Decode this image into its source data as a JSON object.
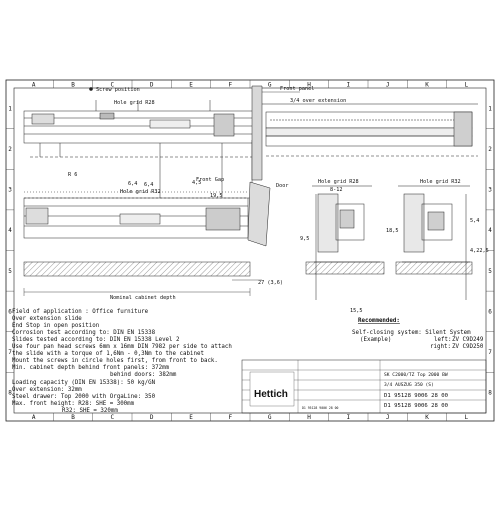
{
  "grid": {
    "columns": [
      "A",
      "B",
      "C",
      "D",
      "E",
      "F",
      "G",
      "H",
      "I",
      "J",
      "K",
      "L"
    ],
    "rows": [
      "1",
      "2",
      "3",
      "4",
      "5",
      "6",
      "7",
      "8"
    ]
  },
  "labels": {
    "screw_position": "Screw position",
    "hole_r28_a": "Hole grid R28",
    "front_panel": "Front panel",
    "over_extension": "3/4 over extension",
    "r_6": "R 6",
    "dim_6_4": "6,4",
    "dim_6_4b": "6,4",
    "dim_4_5": "4,5",
    "front_gap": "Front Gap",
    "dim_19_5": "19,5",
    "hole_r32": "Hole grid R32",
    "hole_r28_b": "Hole grid R28",
    "hole_r32_b": "Hole grid R32",
    "door": "Door",
    "dim_8_12": "8-12",
    "cabinet_depth": "Nominal cabinet depth",
    "dim_27": "27 (3,6)",
    "dim_bottom": "15,5",
    "dim_left_vert": "9,5",
    "dim_right_vert": "18,5",
    "dim_far_right": "4,22,5",
    "dim_5_4": "5,4"
  },
  "notes": {
    "l1": "Field of application : Office furniture",
    "l2": "Over extension slide",
    "l3": "End Stop in open position",
    "l4": "Corrosion test according to: DIN EN 15338",
    "l5": "Slides tested according to: DIN EN 15338 Level 2",
    "l6": "Use four pan head screws 6mm x 16mm DIN 7982 per side to attach",
    "l7": "the slide with a torque of 1,6Nm - 0,3Nm to the cabinet",
    "l8": "Mount the screws in circle holes first, from front to back.",
    "l9": "Min. cabinet depth behind front panels: 372mm",
    "l10": "behind doors: 382mm",
    "l11": "Loading capacity (DIN EN 15338):     50 kg/GN",
    "l12": "Over extension:                     32mm",
    "l13": "Steel drawer: Top 2000 with OrgaLine: 350",
    "l14": "Max. front height:   R28:        SHE = 300mm",
    "l15": "R32:        SHE = 320mm"
  },
  "recommended": {
    "title": "Recommended:",
    "line1": "Self-closing system: Silent System",
    "line2": "(Example)",
    "left_label": "left:",
    "left_value": "ZV C9D249",
    "right_label": "right:",
    "right_value": "ZV C9D250"
  },
  "title_block": {
    "brand": "Hettich",
    "product_line1": "SK C2000/TZ Top 2000 BW",
    "product_line2": "3/4 AUSZUG 350 (S)",
    "doc_number": "D1 95128 9006 28 00",
    "doc_number2": "D1 95128 9006 28 00",
    "tiny_code": "D1 95128 9006 28 00"
  }
}
